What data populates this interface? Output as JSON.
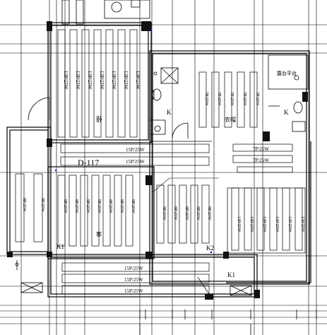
{
  "plan": {
    "code": "D-117",
    "bedroom_bank_label": "13P/25W",
    "bedroom_mark": "卧",
    "row_label_a": "15P/25W",
    "row_label_b": "15P/25W",
    "right_room_label": "7P/25W",
    "right_room_mark": "衣帽",
    "corridor_label_a": "7P/25W",
    "corridor_label_b": "7P/25W",
    "left_strip_label": "9P/25W",
    "living_label": "9P/25W",
    "living_mark": "客",
    "kitchen_label": "8P/25W",
    "kitchen_special": "8P/26W",
    "south_label": "11P/25W",
    "south_special": "11P/25W",
    "bottom_label_a": "15P/25W",
    "bottom_label_b": "15P/25W",
    "bottom_label_c": "15P/25W",
    "balcony_label": "露台平台",
    "k1": "K1",
    "k2": "K2",
    "k_left": "K",
    "k_right": "K"
  },
  "colors": {
    "line": "#000000",
    "wall": "#111111",
    "accent": "#0000ff"
  }
}
